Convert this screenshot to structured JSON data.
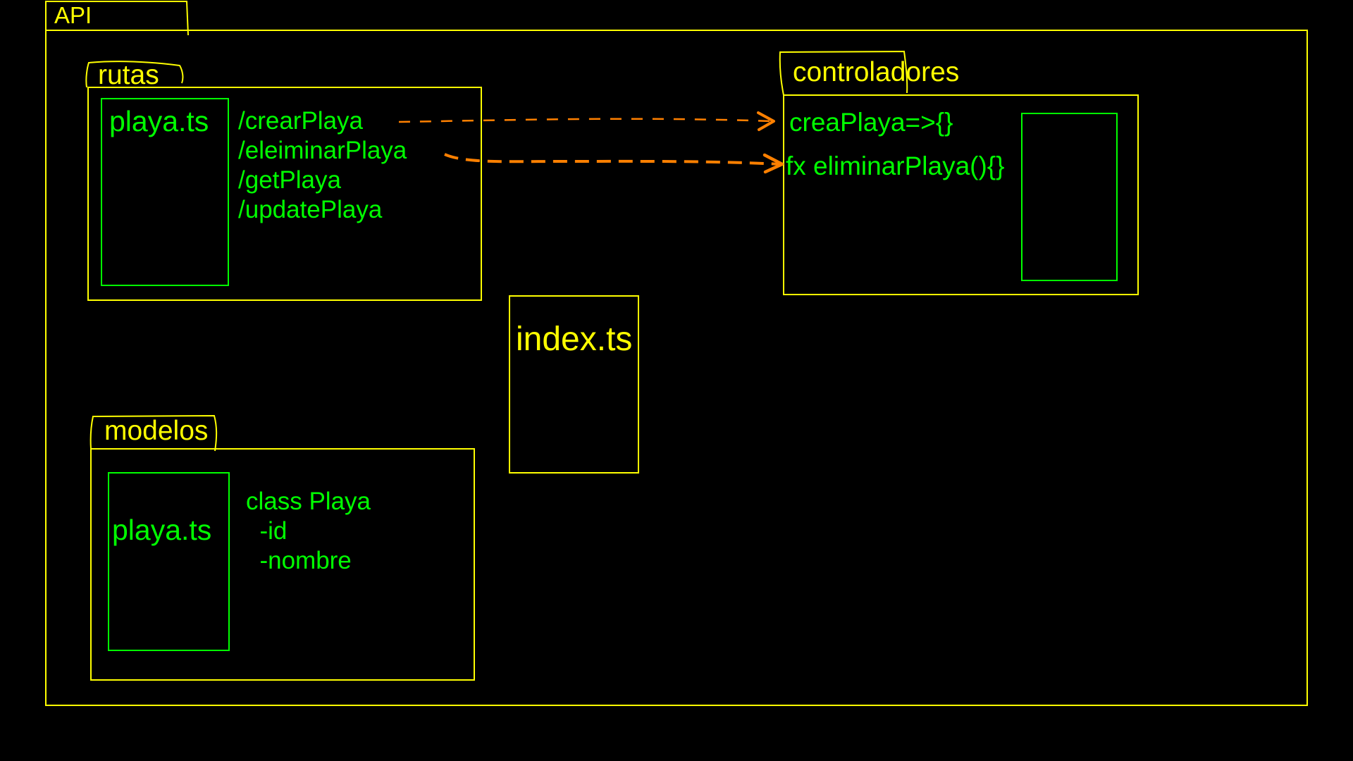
{
  "diagram": {
    "root": {
      "label": "API"
    },
    "rutas": {
      "label": "rutas",
      "file": "playa.ts",
      "routes": [
        "/crearPlaya",
        "/eleiminarPlaya",
        "/getPlaya",
        "/updatePlaya"
      ]
    },
    "controladores": {
      "label": "controladores",
      "functions": [
        "creaPlaya=>{}",
        "fx eliminarPlaya(){}"
      ]
    },
    "index": {
      "label": "index.ts"
    },
    "modelos": {
      "label": "modelos",
      "file": "playa.ts",
      "class_lines": [
        "class Playa",
        "  -id",
        "  -nombre"
      ]
    },
    "connections": [
      {
        "from": "/crearPlaya",
        "to": "creaPlaya=>{}"
      },
      {
        "from": "/eleiminarPlaya",
        "to": "fx eliminarPlaya(){}"
      }
    ]
  },
  "colors": {
    "background": "#000000",
    "container_stroke": "#ffff00",
    "file_stroke": "#00ff00",
    "code_text": "#00ff00",
    "arrow": "#ff8000"
  }
}
